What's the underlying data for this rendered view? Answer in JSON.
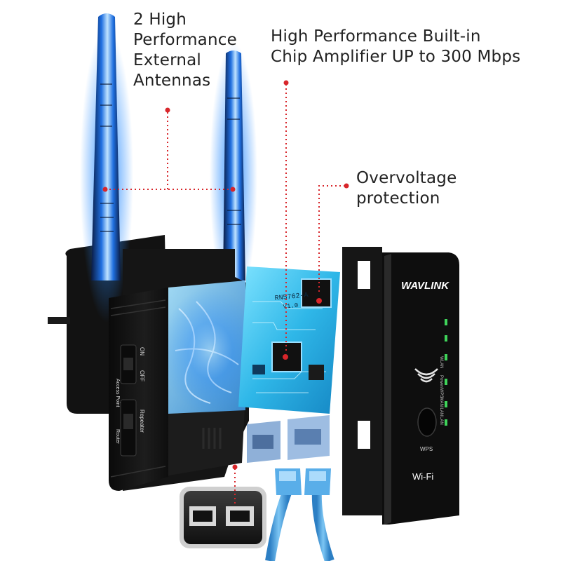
{
  "callouts": {
    "antennas": [
      "2 High",
      "Performance",
      "External",
      "Antennas"
    ],
    "chip": [
      "High Performance Built-in",
      "Chip Amplifier UP to 300 Mbps"
    ],
    "overvoltage": [
      "Overvoltage",
      "protection"
    ]
  },
  "device": {
    "brand": "WAVLINK",
    "wifi_logo": "Wi-Fi",
    "wps_label": "WPS",
    "leds": [
      "WLAN",
      "Power/WPS",
      "WAN/LAN",
      "LAN"
    ],
    "switch_power": [
      "ON",
      "OFF"
    ],
    "switch_mode": [
      "Repeater",
      "Access Point",
      "Router"
    ],
    "chip_marking": [
      "RN5762-A",
      "V1.0"
    ]
  },
  "colors": {
    "device_body": "#141414",
    "antenna_glow": "#2a8cff",
    "circuit_board": "#2fb7e8",
    "cable": "#4aa6e6",
    "marker": "#d8262b"
  }
}
